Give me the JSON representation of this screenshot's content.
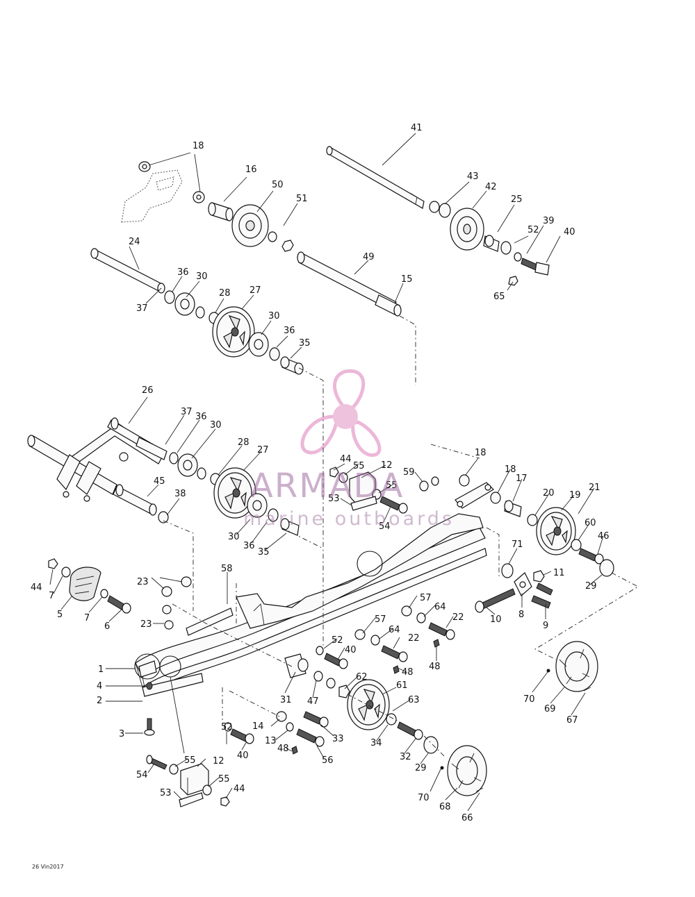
{
  "watermark": {
    "name": "ARMADA",
    "tagline": "marine outboards",
    "accent_color": "#e59ac9"
  },
  "document_code": "26 Vin2017",
  "callouts": [
    "1",
    "2",
    "3",
    "4",
    "5",
    "6",
    "7",
    "7",
    "8",
    "9",
    "10",
    "11",
    "12",
    "12",
    "13",
    "14",
    "15",
    "16",
    "17",
    "18",
    "18",
    "18",
    "19",
    "20",
    "21",
    "22",
    "22",
    "23",
    "23",
    "24",
    "25",
    "26",
    "27",
    "27",
    "28",
    "28",
    "29",
    "29",
    "30",
    "30",
    "30",
    "30",
    "31",
    "32",
    "33",
    "34",
    "35",
    "35",
    "36",
    "36",
    "36",
    "36",
    "37",
    "37",
    "38",
    "39",
    "40",
    "40",
    "40",
    "41",
    "42",
    "43",
    "44",
    "44",
    "44",
    "45",
    "46",
    "47",
    "48",
    "48",
    "48",
    "49",
    "50",
    "51",
    "52",
    "52",
    "52",
    "53",
    "53",
    "54",
    "54",
    "55",
    "55",
    "55",
    "55",
    "56",
    "57",
    "57",
    "58",
    "59",
    "60",
    "61",
    "62",
    "63",
    "64",
    "64",
    "65",
    "66",
    "67",
    "68",
    "69",
    "70",
    "70",
    "71"
  ]
}
